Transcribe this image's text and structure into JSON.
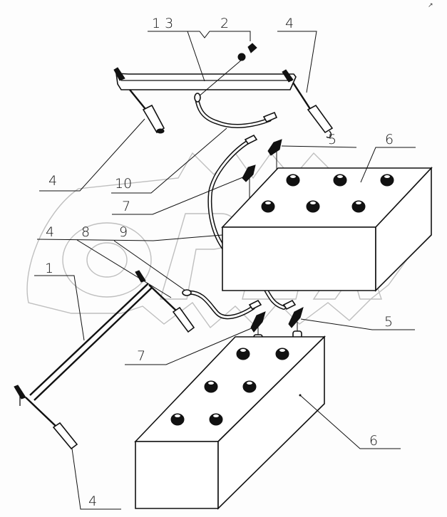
{
  "diagram": {
    "type": "exploded-view parts drawing",
    "subject": "battery assembly with connecting cables",
    "watermark": "OPEX",
    "corner_mark": "↗",
    "callouts": [
      {
        "id": "c13",
        "label": "1 3"
      },
      {
        "id": "c2",
        "label": "2"
      },
      {
        "id": "c4a",
        "label": "4"
      },
      {
        "id": "c5a",
        "label": "5"
      },
      {
        "id": "c6a",
        "label": "6"
      },
      {
        "id": "c4b",
        "label": "4"
      },
      {
        "id": "c10",
        "label": "10"
      },
      {
        "id": "c7a",
        "label": "7"
      },
      {
        "id": "c4c",
        "label": "4"
      },
      {
        "id": "c8",
        "label": "8"
      },
      {
        "id": "c9",
        "label": "9"
      },
      {
        "id": "c1",
        "label": "1"
      },
      {
        "id": "c5b",
        "label": "5"
      },
      {
        "id": "c7b",
        "label": "7"
      },
      {
        "id": "c6b",
        "label": "6"
      },
      {
        "id": "c4d",
        "label": "4"
      }
    ],
    "parts": [
      {
        "number": "1",
        "name": "battery hold-down bar"
      },
      {
        "number": "2",
        "name": "fastener"
      },
      {
        "number": "3",
        "name": "hold-down bar"
      },
      {
        "number": "4",
        "name": "hold-down rod"
      },
      {
        "number": "5",
        "name": "terminal clamp"
      },
      {
        "number": "6",
        "name": "battery"
      },
      {
        "number": "7",
        "name": "terminal clamp"
      },
      {
        "number": "8",
        "name": "cable"
      },
      {
        "number": "9",
        "name": "cable"
      },
      {
        "number": "10",
        "name": "cable"
      }
    ]
  }
}
